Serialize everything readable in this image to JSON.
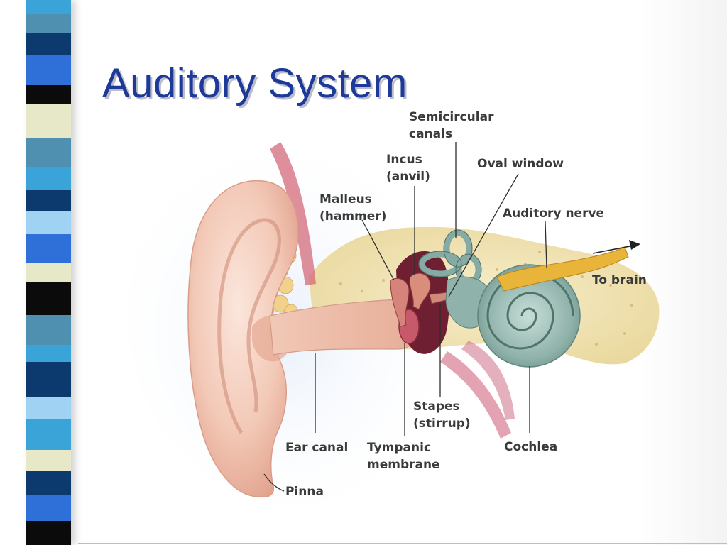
{
  "slide": {
    "title": "Auditory System",
    "colors": {
      "title": "#1d3a9a",
      "navy": "#0d3a6e",
      "teal": "#4f8fb0",
      "sky": "#3aa3d8",
      "blue": "#2e6fd8",
      "light_blue": "#9fd2f3",
      "cream": "#e6e8c8",
      "black": "#0b0b0b"
    }
  },
  "diagram": {
    "labels": {
      "semicircular_1": "Semicircular",
      "semicircular_2": "canals",
      "incus_1": "Incus",
      "incus_2": "(anvil)",
      "oval_window": "Oval window",
      "malleus_1": "Malleus",
      "malleus_2": "(hammer)",
      "auditory_nerve": "Auditory nerve",
      "to_brain": "To brain",
      "stapes_1": "Stapes",
      "stapes_2": "(stirrup)",
      "ear_canal": "Ear canal",
      "tympanic_1": "Tympanic",
      "tympanic_2": "membrane",
      "cochlea": "Cochlea",
      "pinna": "Pinna"
    },
    "icons": {
      "arrow": "arrow-right-icon"
    }
  }
}
